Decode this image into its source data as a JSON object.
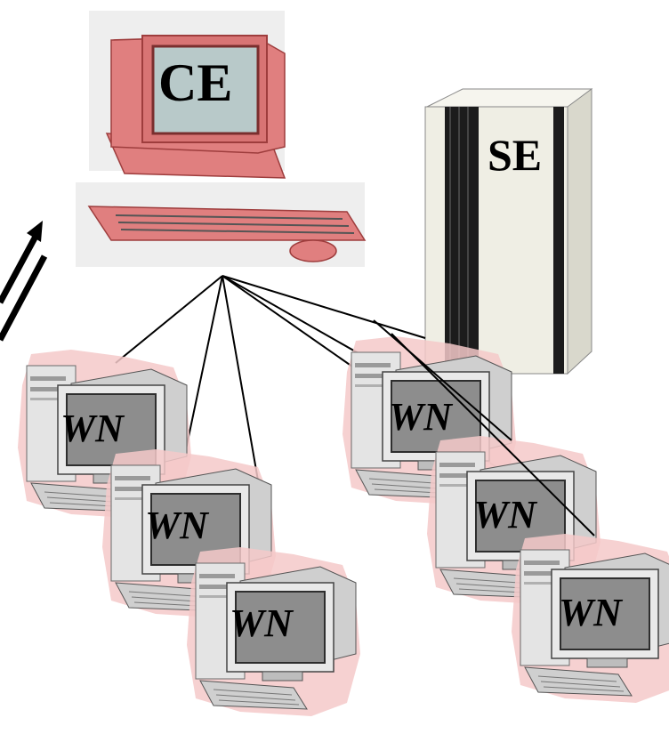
{
  "nodes": {
    "ce_label": "CE",
    "se_label": "SE",
    "wn_labels": [
      "WN",
      "WN",
      "WN",
      "WN",
      "WN",
      "WN"
    ]
  },
  "colors": {
    "ce_body": "#e07f7f",
    "ce_dark": "#9e3d3d",
    "ce_screen": "#b8c9c9",
    "se_light": "#efeee4",
    "se_stripe": "#1c1c1c",
    "wn_body": "#d8d8d8",
    "wn_dark": "#5a5a5a",
    "wn_screen": "#8d8d8d",
    "wn_halo": "#f4c9c9",
    "link": "#000000"
  },
  "icons": {
    "ce": "desktop-computer-icon",
    "se": "server-tower-icon",
    "wn": "workstation-icon",
    "arrow": "up-right-arrow-icon"
  }
}
